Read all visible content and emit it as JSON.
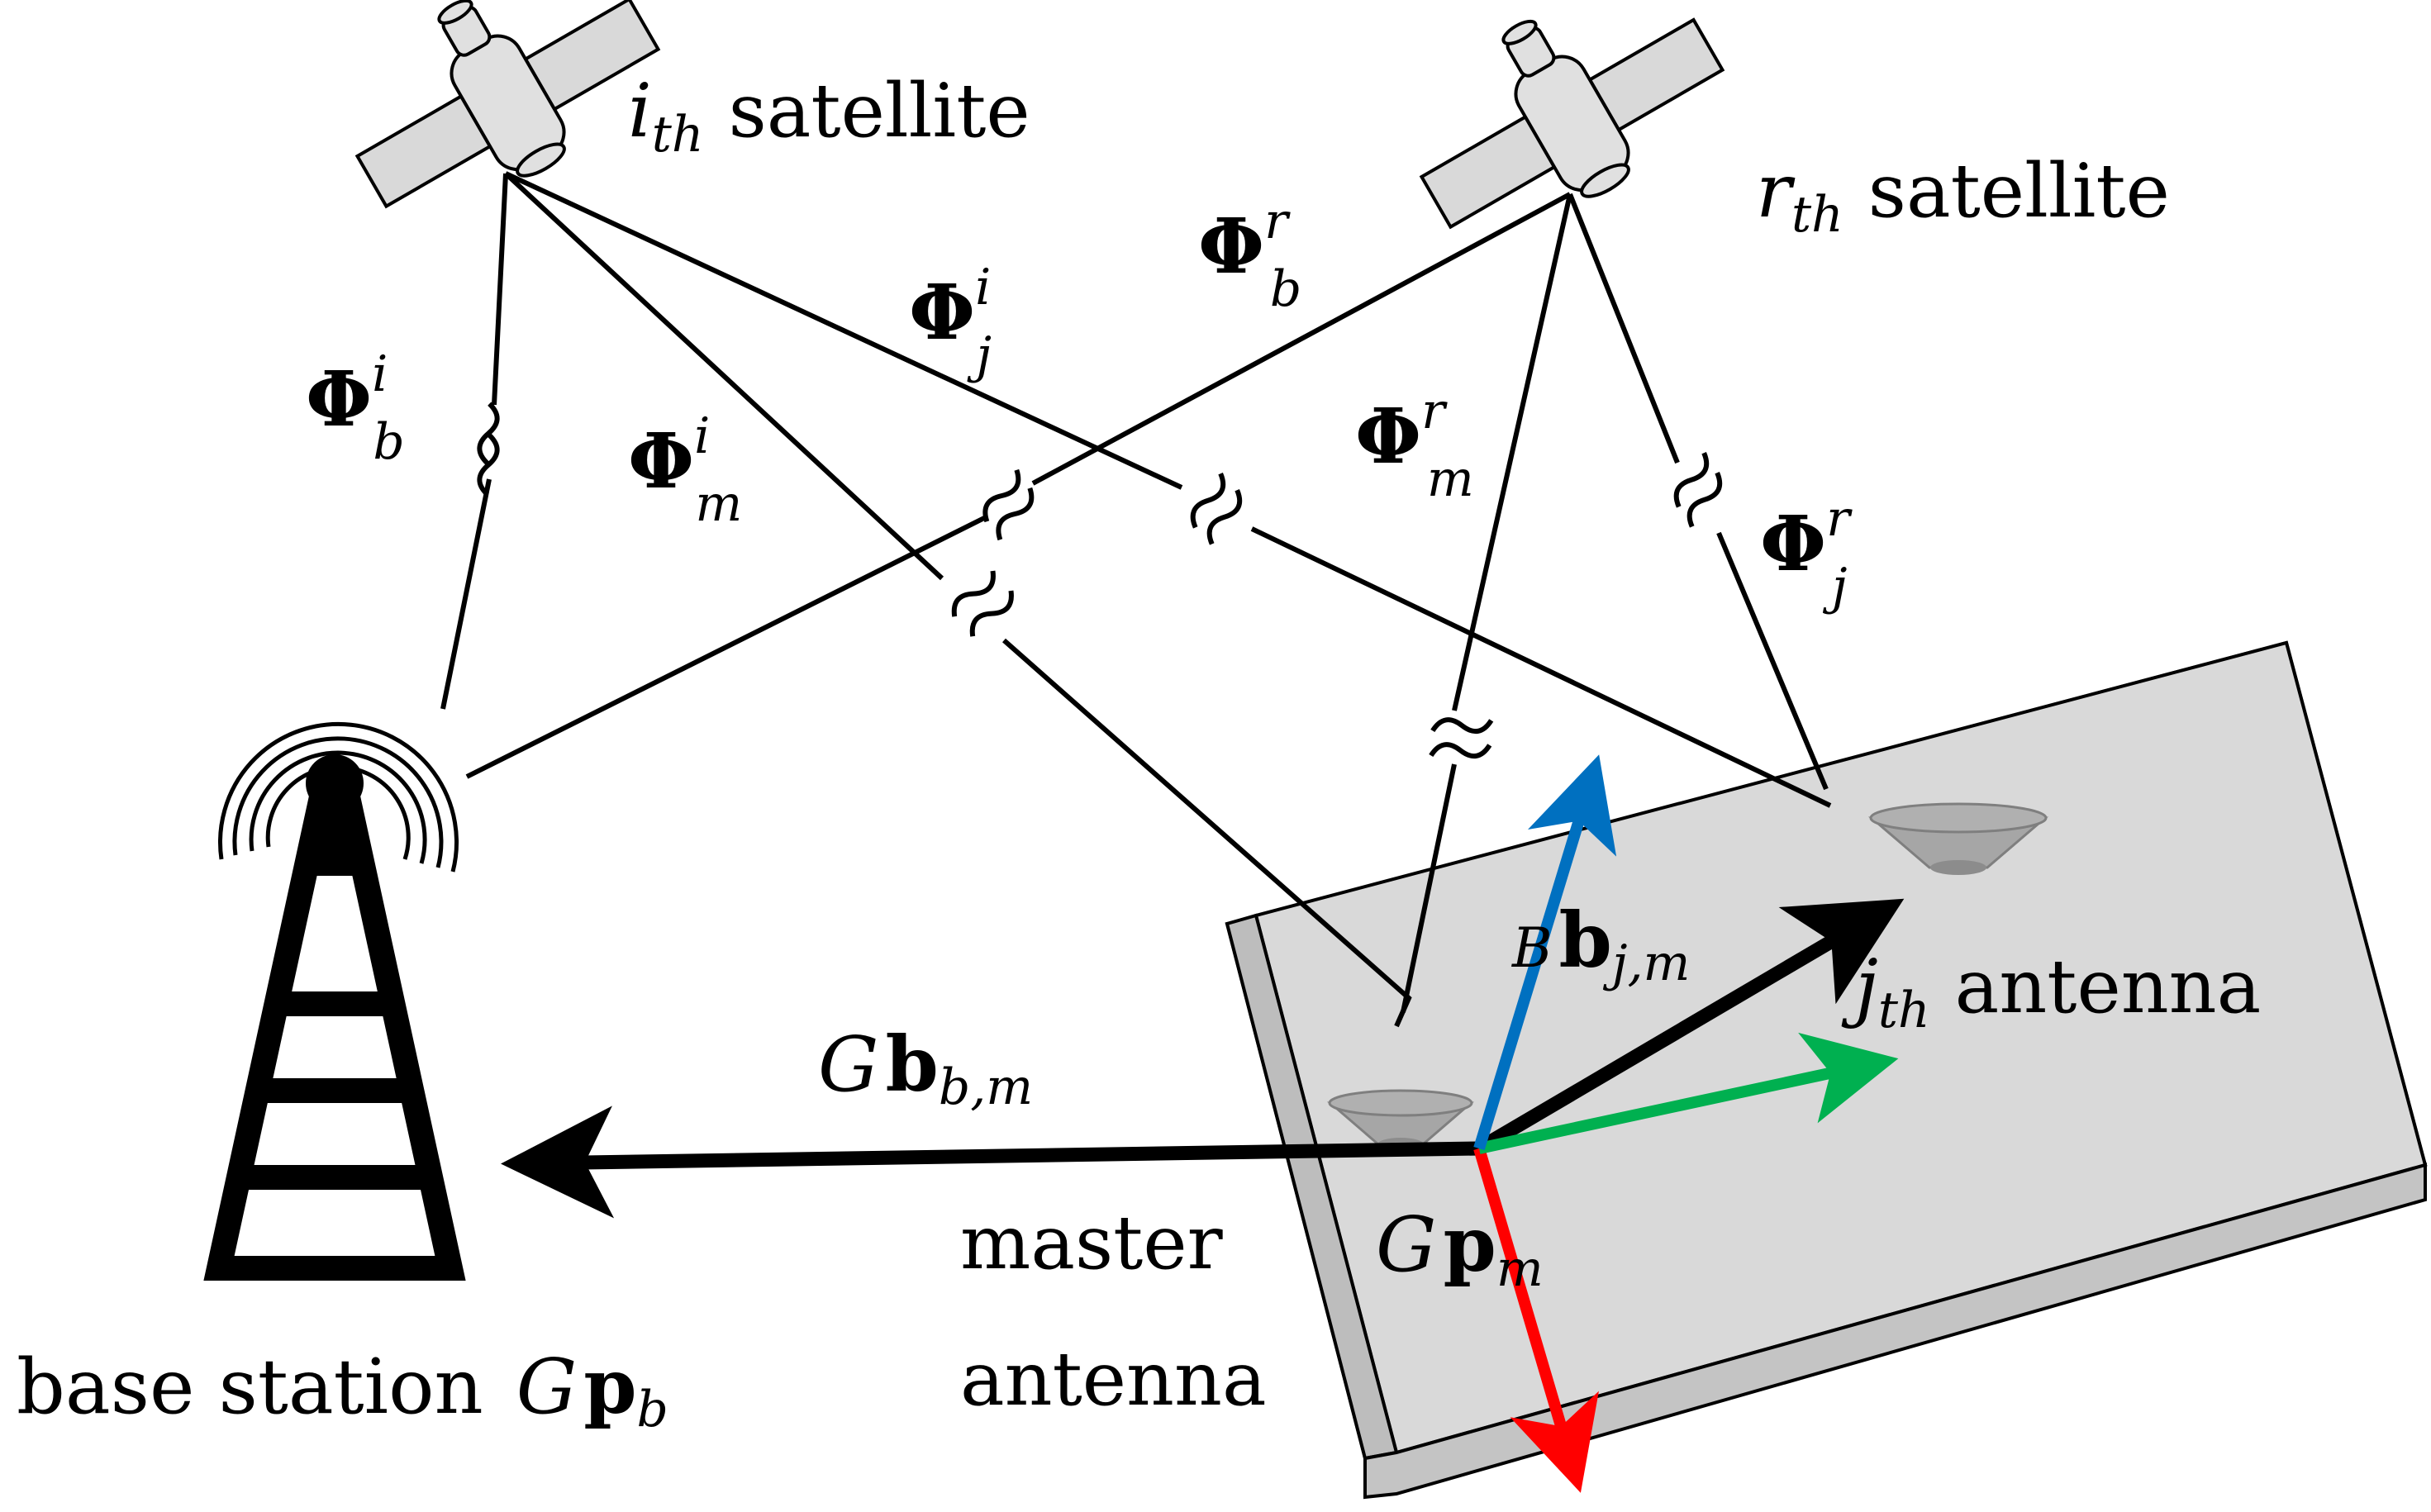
{
  "labels": {
    "sat_i": {
      "sym": "i",
      "sub": "th",
      "word": "satellite"
    },
    "sat_r": {
      "sym": "r",
      "sub": "th",
      "word": "satellite"
    },
    "base_station": {
      "word": "base station",
      "frame": "G",
      "vec": "p",
      "sub": "b"
    },
    "master": {
      "line1": "master",
      "line2": "antenna"
    },
    "master_pos": {
      "frame": "G",
      "vec": "p",
      "sub": "m"
    },
    "jth": {
      "sym": "j",
      "sub": "th",
      "word": "antenna"
    },
    "baseline_bm": {
      "frame": "G",
      "vec": "b",
      "sub": "b,m"
    },
    "baseline_jm": {
      "frame": "B",
      "vec": "b",
      "sub": "j,m"
    }
  },
  "phases": [
    {
      "id": "phi-b-i",
      "sym": "Φ",
      "sup": "i",
      "sub": "b"
    },
    {
      "id": "phi-m-i",
      "sym": "Φ",
      "sup": "i",
      "sub": "m"
    },
    {
      "id": "phi-j-i",
      "sym": "Φ",
      "sup": "i",
      "sub": "j"
    },
    {
      "id": "phi-b-r",
      "sym": "Φ",
      "sup": "r",
      "sub": "b"
    },
    {
      "id": "phi-m-r",
      "sym": "Φ",
      "sup": "r",
      "sub": "m"
    },
    {
      "id": "phi-j-r",
      "sym": "Φ",
      "sup": "r",
      "sub": "j"
    }
  ],
  "colors": {
    "axis_x": "#ff0000",
    "axis_y": "#00b050",
    "axis_z": "#0070c0",
    "board_top": "#d9d9d9",
    "board_side": "#c4c4c4",
    "antenna": "#a6a6a6"
  },
  "icons": [
    "satellite-icon",
    "base-station-tower-icon",
    "antenna-icon"
  ]
}
